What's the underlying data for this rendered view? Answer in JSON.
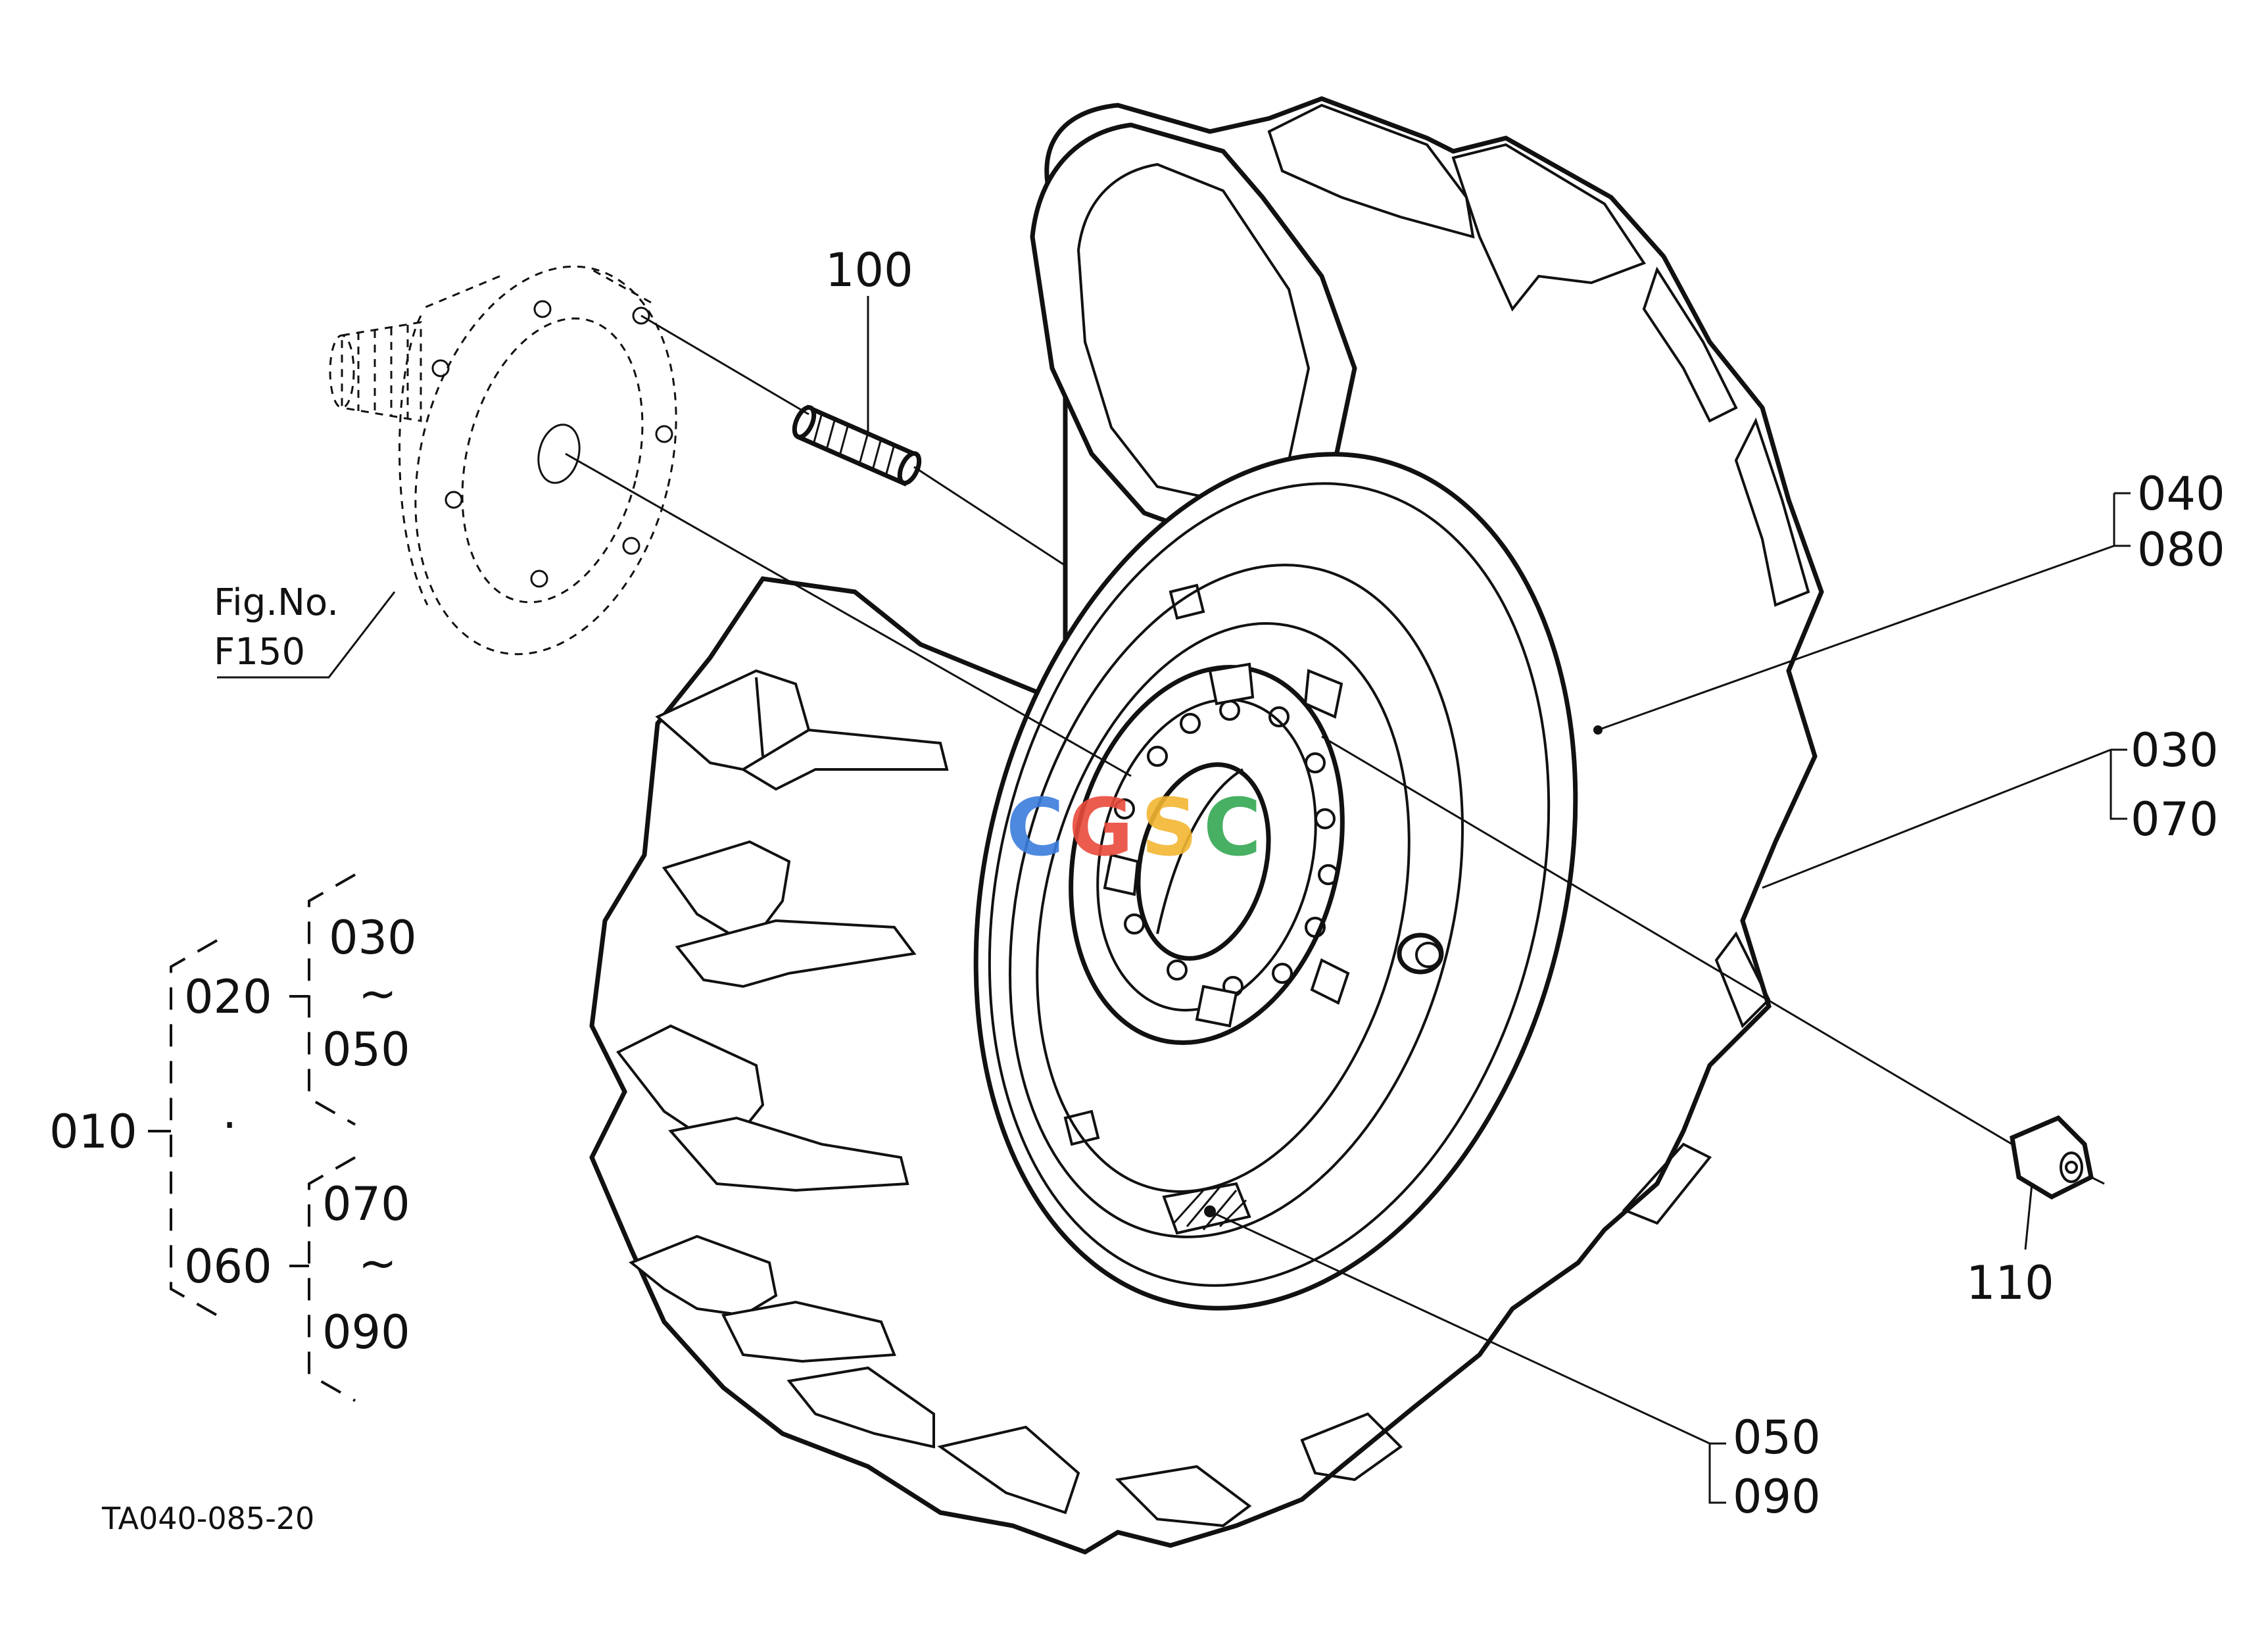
{
  "diagram": {
    "figure_ref": {
      "line1": "Fig.No.",
      "line2": "F150"
    },
    "drawing_id": "TA040-085-20",
    "watermark": {
      "text": "CGSC",
      "colors": [
        "#3b7ddd",
        "#e94b3c",
        "#f2b632",
        "#34a853"
      ]
    },
    "callouts": {
      "c100": "100",
      "c040": "040",
      "c080": "080",
      "c030_right": "030",
      "c070_right": "070",
      "c110": "110",
      "c050_right": "050",
      "c090_right": "090"
    },
    "tree": {
      "root": "010",
      "branch_a": "020",
      "branch_a_from": "030",
      "branch_a_to": "050",
      "branch_b": "060",
      "branch_b_from": "070",
      "branch_b_to": "090",
      "range_mark": "~",
      "separator": "·"
    }
  }
}
